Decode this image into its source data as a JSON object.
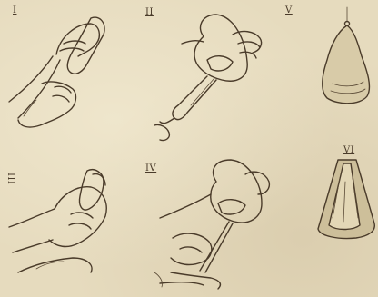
{
  "figures": [
    {
      "label": "I"
    },
    {
      "label": "II"
    },
    {
      "label": "V"
    },
    {
      "label": "III"
    },
    {
      "label": "IV"
    },
    {
      "label": "VI"
    }
  ]
}
